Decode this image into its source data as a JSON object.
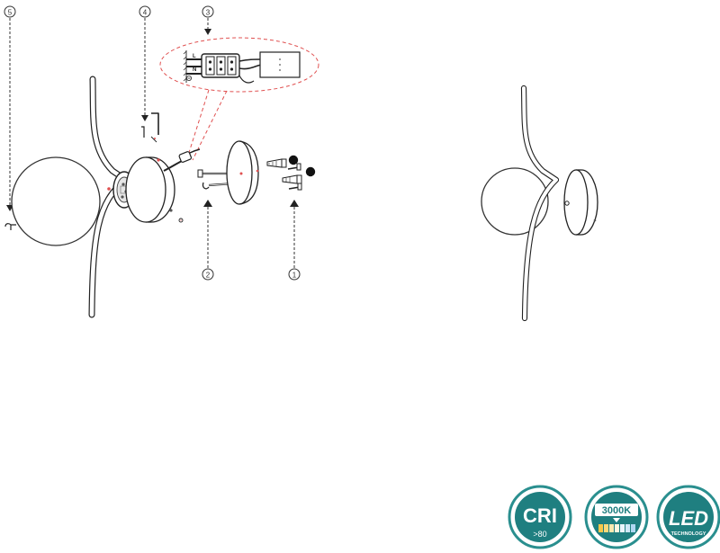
{
  "steps": [
    "1",
    "2",
    "3",
    "4",
    "5"
  ],
  "wiring_labels": {
    "live": "L",
    "neutral": "N"
  },
  "badges": {
    "cri": {
      "title": "CRI",
      "value": ">80"
    },
    "cct": {
      "value": "3000K"
    },
    "led": {
      "title": "LED",
      "sub": "TECHNOLOGY"
    }
  },
  "colors": {
    "line": "#222222",
    "accent_dashed": "#e05050",
    "badge_ring": "#2a8f8f",
    "badge_fill": "#1f7f80"
  }
}
